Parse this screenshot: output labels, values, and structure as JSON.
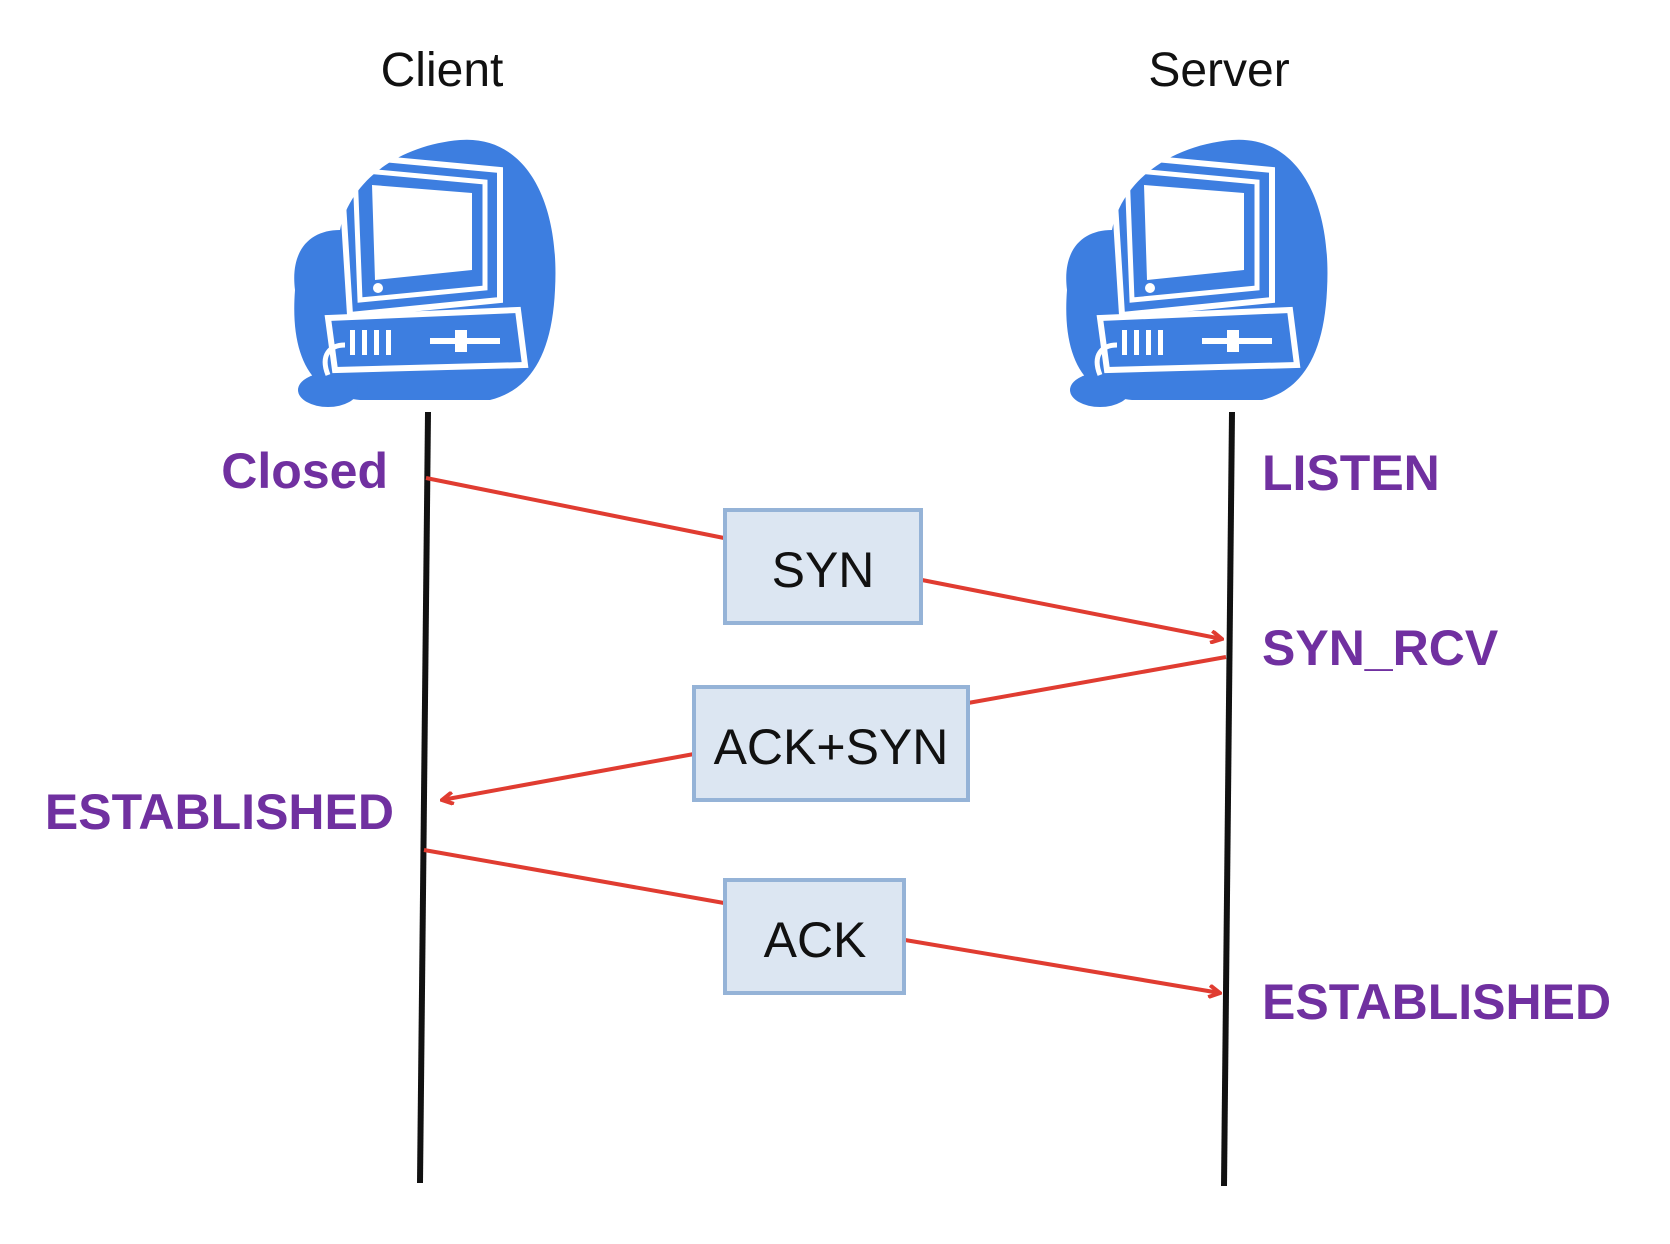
{
  "colors": {
    "computer_blue": "#3d7ee0",
    "state_purple": "#7030a0",
    "arrow_red": "#e03c31",
    "box_fill": "#dce6f2",
    "box_stroke": "#95b3d7"
  },
  "nodes": {
    "client": {
      "title": "Client",
      "icon": "computer-icon"
    },
    "server": {
      "title": "Server",
      "icon": "computer-icon"
    }
  },
  "states": {
    "client_closed": "Closed",
    "server_listen": "LISTEN",
    "server_syn_rcv": "SYN_RCV",
    "client_established": "ESTABLISHED",
    "server_established": "ESTABLISHED"
  },
  "messages": {
    "syn": "SYN",
    "ack_syn": "ACK+SYN",
    "ack": "ACK"
  }
}
